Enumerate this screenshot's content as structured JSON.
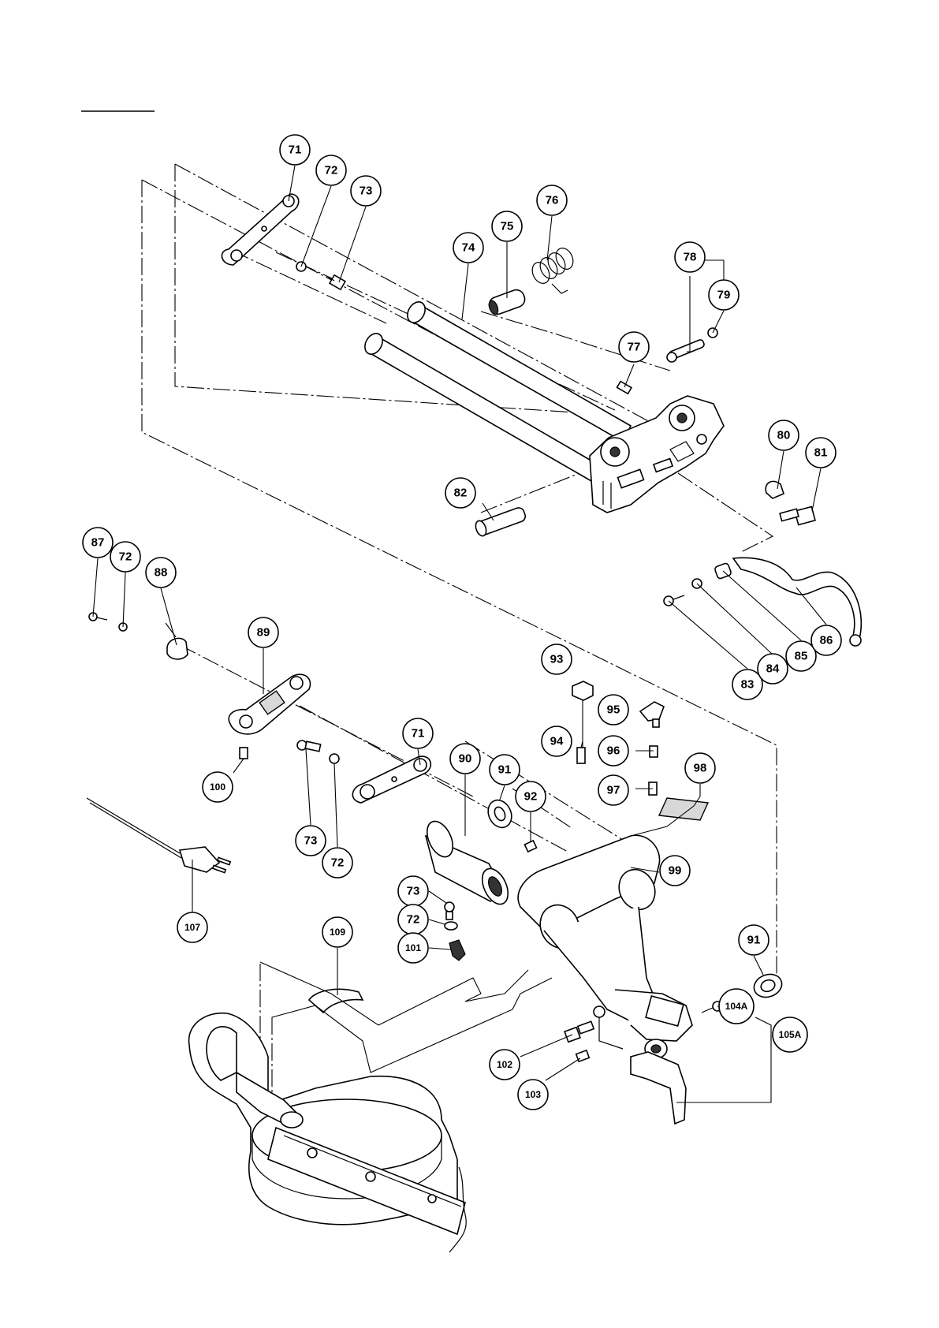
{
  "diagram": {
    "callouts": [
      {
        "id": "c71a",
        "label": "71"
      },
      {
        "id": "c72a",
        "label": "72"
      },
      {
        "id": "c73a",
        "label": "73"
      },
      {
        "id": "c74",
        "label": "74"
      },
      {
        "id": "c75",
        "label": "75"
      },
      {
        "id": "c76",
        "label": "76"
      },
      {
        "id": "c77",
        "label": "77"
      },
      {
        "id": "c78",
        "label": "78"
      },
      {
        "id": "c79",
        "label": "79"
      },
      {
        "id": "c80",
        "label": "80"
      },
      {
        "id": "c81",
        "label": "81"
      },
      {
        "id": "c82",
        "label": "82"
      },
      {
        "id": "c83",
        "label": "83"
      },
      {
        "id": "c84",
        "label": "84"
      },
      {
        "id": "c85",
        "label": "85"
      },
      {
        "id": "c86",
        "label": "86"
      },
      {
        "id": "c87",
        "label": "87"
      },
      {
        "id": "c72b",
        "label": "72"
      },
      {
        "id": "c88",
        "label": "88"
      },
      {
        "id": "c89",
        "label": "89"
      },
      {
        "id": "c100",
        "label": "100"
      },
      {
        "id": "c73b",
        "label": "73"
      },
      {
        "id": "c72c",
        "label": "72"
      },
      {
        "id": "c71b",
        "label": "71"
      },
      {
        "id": "c90",
        "label": "90"
      },
      {
        "id": "c91a",
        "label": "91"
      },
      {
        "id": "c92",
        "label": "92"
      },
      {
        "id": "c93",
        "label": "93"
      },
      {
        "id": "c94",
        "label": "94"
      },
      {
        "id": "c95",
        "label": "95"
      },
      {
        "id": "c96",
        "label": "96"
      },
      {
        "id": "c97",
        "label": "97"
      },
      {
        "id": "c98",
        "label": "98"
      },
      {
        "id": "c99",
        "label": "99"
      },
      {
        "id": "c107",
        "label": "107"
      },
      {
        "id": "c73c",
        "label": "73"
      },
      {
        "id": "c72d",
        "label": "72"
      },
      {
        "id": "c101",
        "label": "101"
      },
      {
        "id": "c109",
        "label": "109"
      },
      {
        "id": "c91b",
        "label": "91"
      },
      {
        "id": "c104A",
        "label": "104A"
      },
      {
        "id": "c105A",
        "label": "105A"
      },
      {
        "id": "c102",
        "label": "102"
      },
      {
        "id": "c103",
        "label": "103"
      }
    ]
  }
}
